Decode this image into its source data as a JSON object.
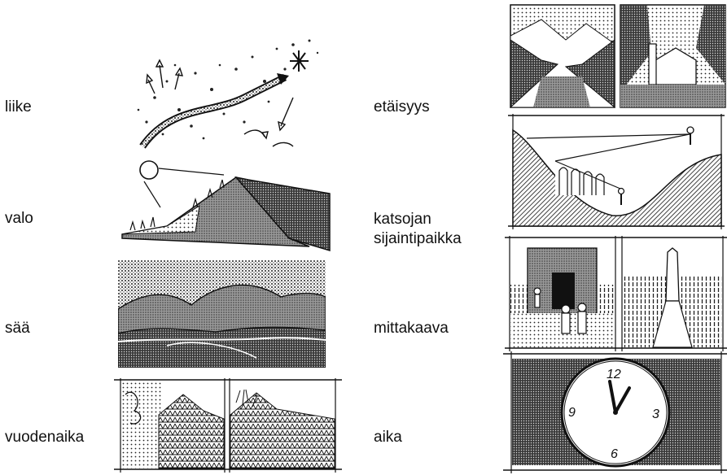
{
  "labels": {
    "liike": "liike",
    "valo": "valo",
    "saa": "sää",
    "vuodenaika": "vuodenaika",
    "etaisyys": "etäisyys",
    "katsojan_line1": "katsojan",
    "katsojan_line2": "sijaintipaikka",
    "mittakaava": "mittakaava",
    "aika": "aika"
  },
  "clock": {
    "n12": "12",
    "n3": "3",
    "n6": "6",
    "n9": "9"
  }
}
